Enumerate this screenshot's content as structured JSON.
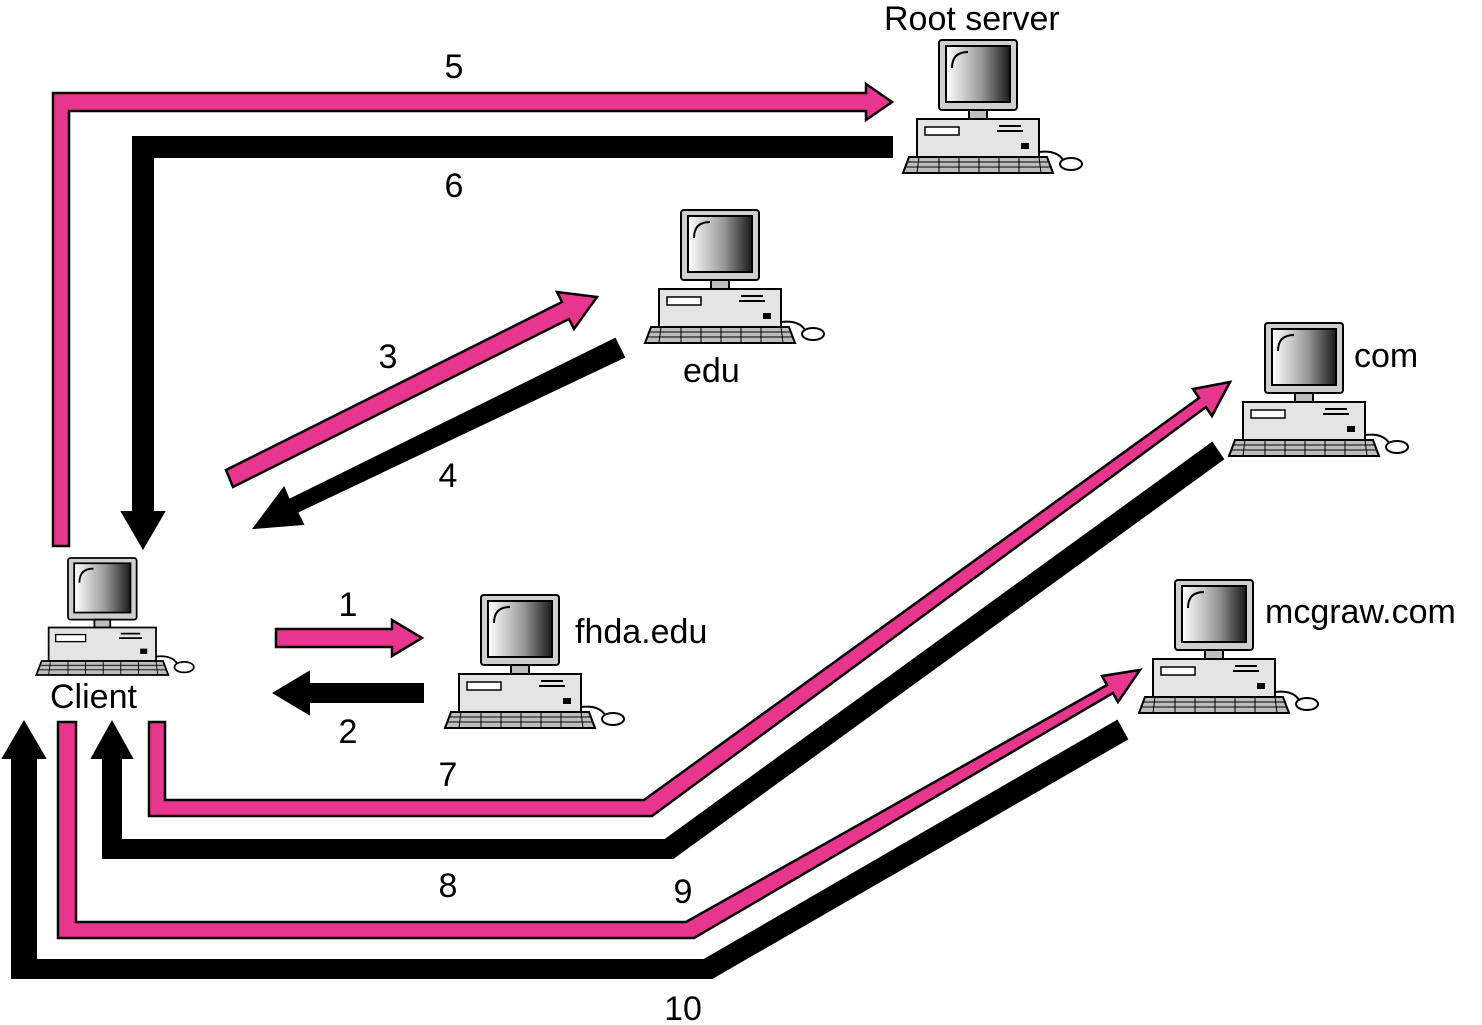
{
  "colors": {
    "query": "#e8368f",
    "response": "#000000",
    "outline": "#000000",
    "computer_body": "#d8d8d8"
  },
  "icons": {
    "computer": "desktop-computer-icon"
  },
  "nodes": {
    "root": "Root server",
    "edu": "edu",
    "com": "com",
    "mcgraw": "mcgraw.com",
    "fhda": "fhda.edu",
    "client": "Client"
  },
  "steps": {
    "s1": "1",
    "s2": "2",
    "s3": "3",
    "s4": "4",
    "s5": "5",
    "s6": "6",
    "s7": "7",
    "s8": "8",
    "s9": "9",
    "s10": "10"
  }
}
